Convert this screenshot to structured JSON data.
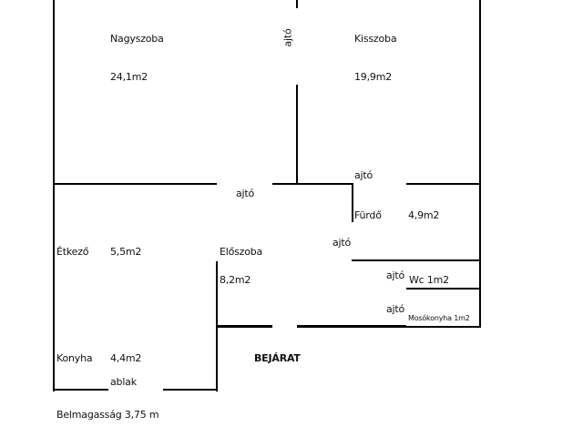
{
  "rooms": {
    "nagyszoba": {
      "name": "Nagyszoba",
      "area": "24,1m2"
    },
    "kisszoba": {
      "name": "Kisszoba",
      "area": "19,9m2"
    },
    "etkezo": {
      "name": "Étkező",
      "area": "5,5m2"
    },
    "eloszoba": {
      "name": "Előszoba",
      "area": "8,2m2"
    },
    "furdo": {
      "name": "Fürdő",
      "area": "4,9m2"
    },
    "wc": {
      "name": "Wc 1m2"
    },
    "mosokonyha": {
      "name": "Mosókonyha 1m2"
    },
    "konyha": {
      "name": "Konyha",
      "area": "4,4m2"
    }
  },
  "labels": {
    "door": "ajtó",
    "window": "ablak",
    "entrance": "BEJÁRAT",
    "ceiling_height": "Belmagasság 3,75 m"
  },
  "colors": {
    "wall": "#000000",
    "background": "#ffffff"
  }
}
